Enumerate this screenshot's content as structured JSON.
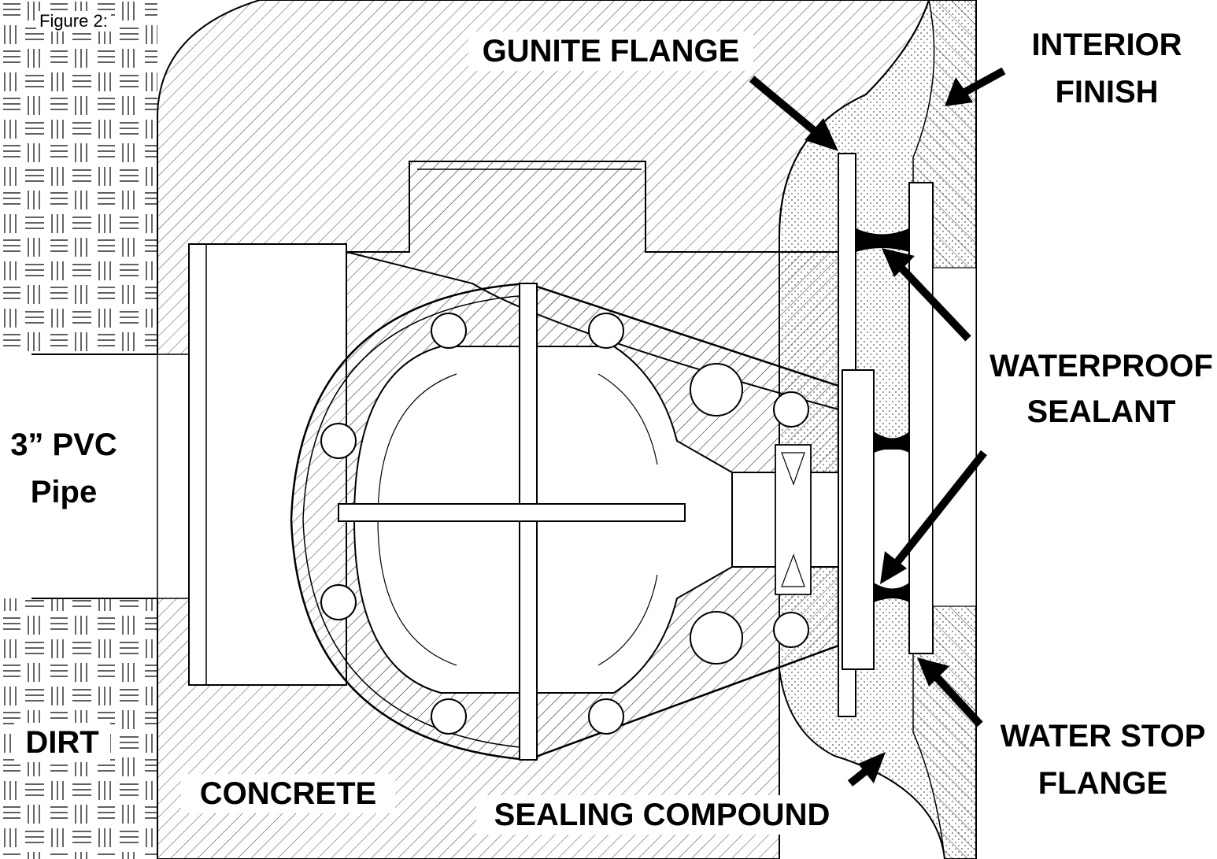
{
  "figure_label": "Figure 2:",
  "labels": {
    "gunite_flange": "GUNITE FLANGE",
    "interior_finish_1": "INTERIOR",
    "interior_finish_2": "FINISH",
    "waterproof_1": "WATERPROOF",
    "waterproof_2": "SEALANT",
    "pvc_1": "3” PVC",
    "pvc_2": "Pipe",
    "dirt": "DIRT",
    "concrete": "CONCRETE",
    "sealing_compound": "SEALING COMPOUND",
    "water_stop_1": "WATER STOP",
    "water_stop_2": "FLANGE"
  },
  "colors": {
    "line": "#000000",
    "background": "#ffffff",
    "hatch": "#555555"
  }
}
